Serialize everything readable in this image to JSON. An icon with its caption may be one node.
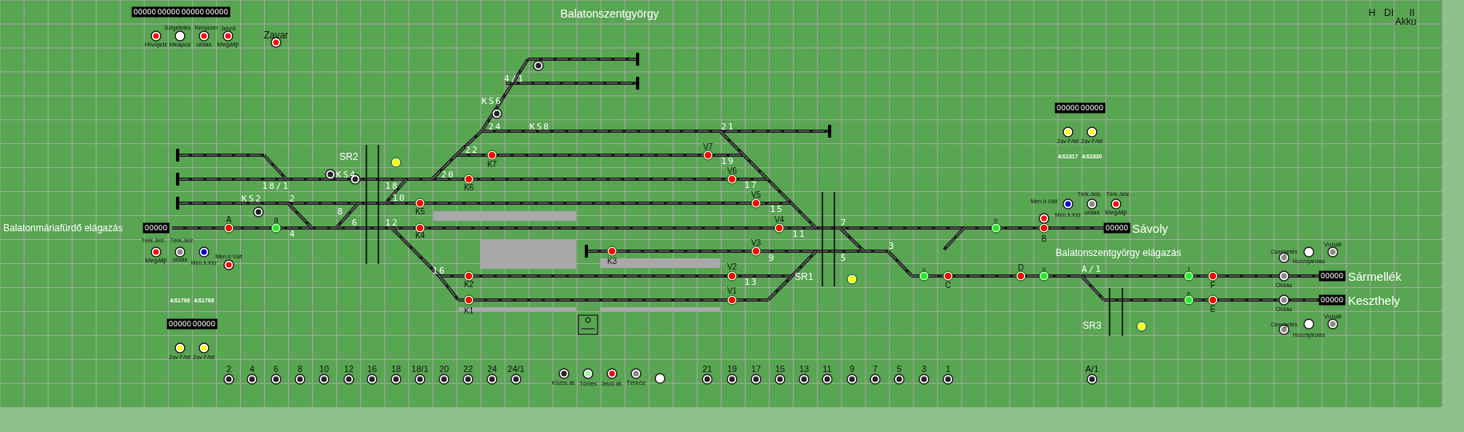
{
  "diagram": {
    "title": "Balatonszentgyörgy",
    "labels": [
      "00000",
      "00000",
      "00000",
      "00000",
      "H",
      "DI",
      "II",
      "Akku",
      "Szigetelés",
      "Kényszer",
      "Jelző",
      "Zavar",
      "Hívójelz",
      "kikapcs",
      "oldás",
      "Megállj!",
      "4/1",
      "KS6",
      "00000",
      "00000",
      "24",
      "KS8",
      "21",
      "Zav F/M!",
      "Zav F/M!",
      "22",
      "V7",
      "SR2",
      "AS1817",
      "AS1830",
      "K7",
      "19",
      "KS4",
      "20",
      "V6",
      "18/1",
      "18",
      "K6",
      "17",
      "Térk.Jelz.",
      "Térk.Jelz.",
      "KS2",
      "2",
      "10",
      "V5",
      "Men.Ir.Vált",
      "8",
      "K5",
      "15",
      "Men.Ir.Kér",
      "oldás",
      "Megállj!",
      "A",
      "a",
      "6",
      "12",
      "V4",
      "7",
      "b",
      "Balatonmáriafürdő elágazás",
      "00000",
      "00000",
      "Sávoly",
      "4",
      "K4",
      "11",
      "B",
      "Térk.Jelz.",
      "Térk.Jelz.",
      "V3",
      "3",
      "Vonali",
      "Csengetés",
      "Men.Ir.Vált",
      "Balatonszentgyörgy elágazás",
      "Megállj!",
      "oldás",
      "Men.Ir.Kér",
      "K3",
      "9",
      "5",
      "Hozzájárulás",
      "V2",
      "c",
      "D",
      "d",
      "A/1",
      "f",
      "16",
      "SR1",
      "00000",
      "Sármellék",
      "K2",
      "13",
      "C",
      "F",
      "Oldás",
      "V1",
      "e",
      "00000",
      "Keszthely",
      "AS1766",
      "AS1768",
      "K1",
      "E",
      "Oldás",
      "Vonali",
      "00000",
      "00000",
      "SR3",
      "Csengetés",
      "Hozzájárulás",
      "Zav F/M!",
      "Zav F/M!",
      "2",
      "4",
      "6",
      "8",
      "10",
      "12",
      "16",
      "18",
      "18/1",
      "20",
      "22",
      "24",
      "24/1",
      "Közös áll.",
      "Törlés",
      "Jelző áll.",
      "Térköz",
      "21",
      "19",
      "17",
      "15",
      "13",
      "11",
      "9",
      "7",
      "5",
      "3",
      "1",
      "A/1"
    ]
  }
}
